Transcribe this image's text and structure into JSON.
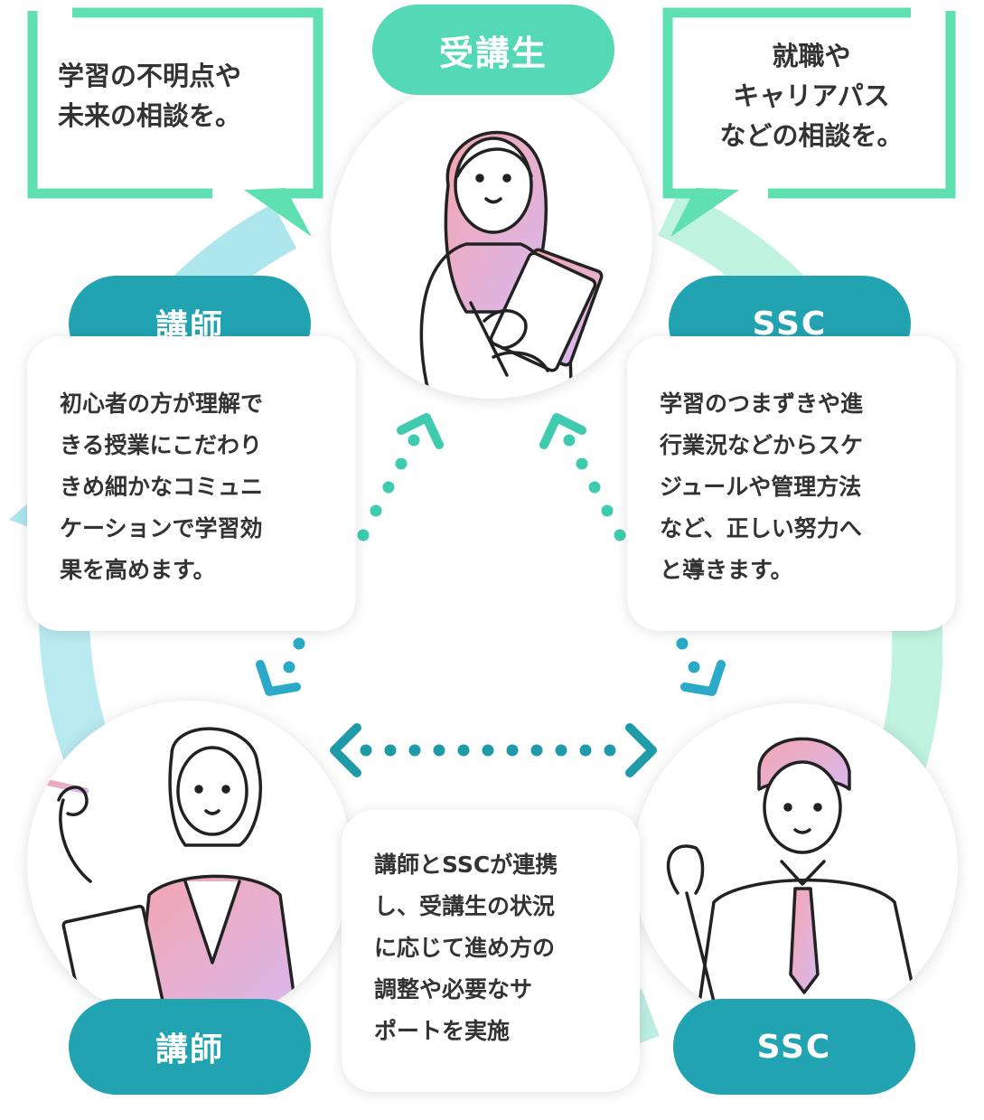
{
  "roles": {
    "student": {
      "label": "受講生"
    },
    "instructor_top": {
      "label": "講師"
    },
    "ssc_top": {
      "label": "SSC"
    },
    "instructor_bottom": {
      "label": "講師"
    },
    "ssc_bottom": {
      "label": "SSC"
    }
  },
  "speech": {
    "left": "学習の不明点や\n未来の相談を。",
    "right": "就職や\nキャリアパス\nなどの相談を。"
  },
  "cards": {
    "instructor": "初心者の方が理解で\nきる授業にこだわり\nきめ細かなコミュニ\nケーションで学習効\n果を高めます。",
    "ssc": "学習のつまずきや進\n行業況などからスケ\nジュールや管理方法\nなど、正しい努力へ\nと導きます。",
    "collab": "講師とSSCが連携\nし、受講生の状況\nに応じて進め方の\n調整や必要なサ\nポートを実施"
  },
  "colors": {
    "teal": "#22a3b1",
    "mint": "#55d8b5",
    "speech_border": "#5ee0b0",
    "ring_blue": "#aee6ee",
    "ring_mint": "#bff2df",
    "dot_teal": "#3ecbb0",
    "dot_blue": "#2aa9c9",
    "dot_dark": "#1e9aa8",
    "accent_gradient_a": "#f4a6b0",
    "accent_gradient_b": "#d8b8ee"
  },
  "icons": {
    "student": "woman-with-books-illustration",
    "instructor": "woman-with-pen-illustration",
    "ssc": "man-in-suit-illustration"
  }
}
